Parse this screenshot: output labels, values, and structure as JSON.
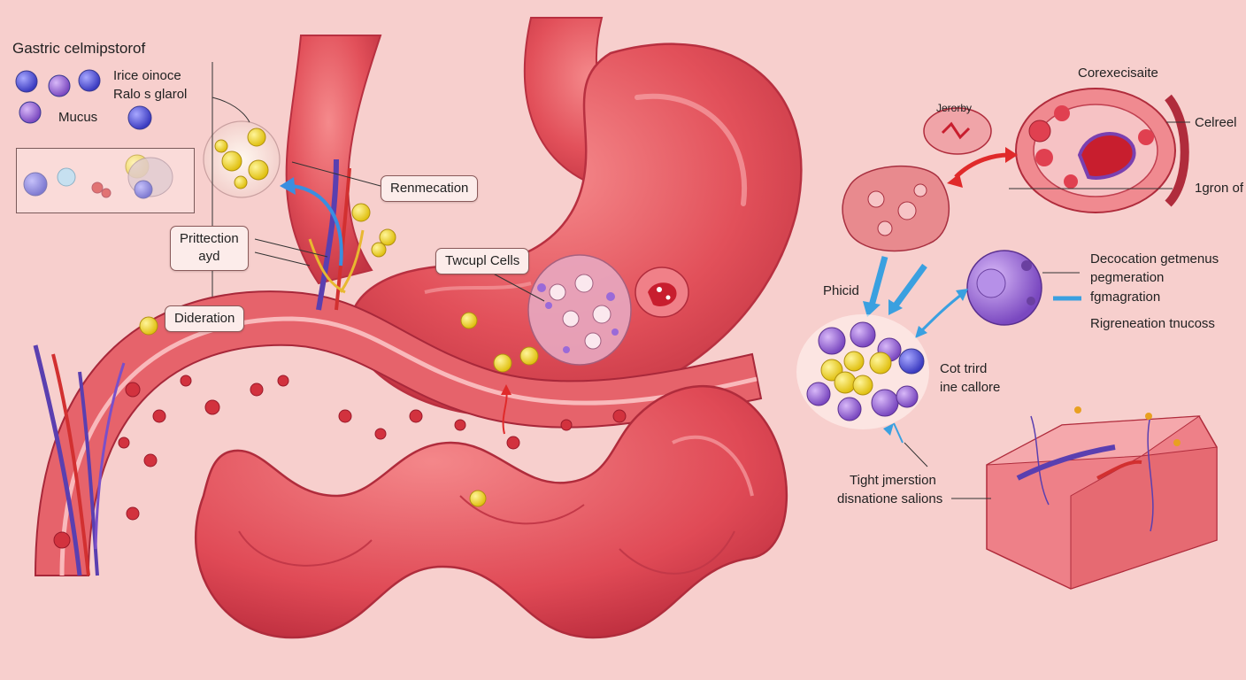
{
  "legend": {
    "title": "Gastric celmipstorof",
    "items": [
      "Irice oinoce",
      "Ralo s glarol",
      "Mucus"
    ]
  },
  "callouts": {
    "renewal": "Renmecation",
    "protection_line1": "Prittection",
    "protection_line2": "ayd",
    "dideration": "Dideration",
    "cells": "Twcupl Cells"
  },
  "right_labels": {
    "corex": "Corexecisaite",
    "jerorby": "Jerorby",
    "celreel": "Celreel",
    "igron": "1gron of",
    "phicid": "Phicid",
    "decoration_line1": "Decocation getmenus",
    "decoration_line2": "pegmeration",
    "decoration_line3": "fgmagration",
    "regeneration": "Rigreneation tnucoss",
    "cot_line1": "Cot trird",
    "cot_line2": "ine callore",
    "tight_line1": "Tight jmerstion",
    "tight_line2": "disnatione salions"
  },
  "colors": {
    "background": "#f7cfcd",
    "tissue": "#e2505a",
    "tissue_light": "#f07c80",
    "vein_blue": "#5a3fb0",
    "artery_red": "#d23030",
    "cell_yellow": "#f2d52a",
    "cell_purple": "#9a6ad8",
    "cell_blue": "#5a5ad8",
    "arrow_blue": "#3aa0e0",
    "arrow_red": "#e02a2a"
  }
}
